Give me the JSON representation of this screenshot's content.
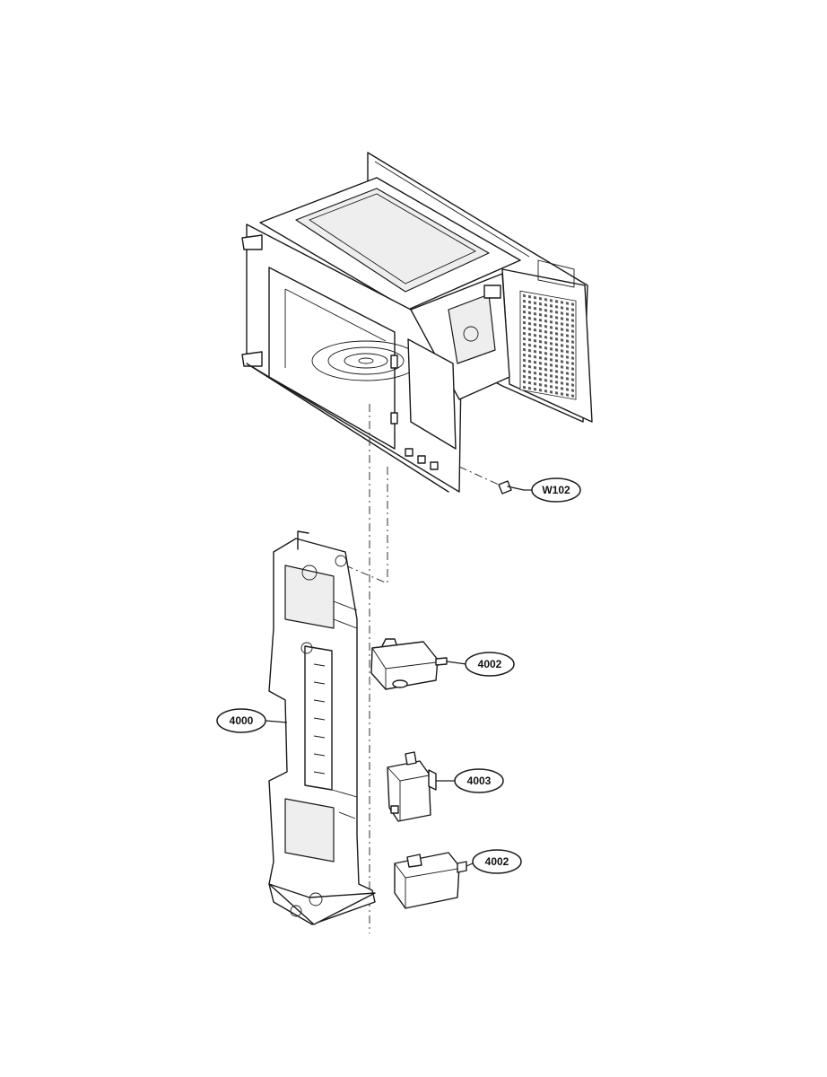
{
  "callouts": [
    {
      "id": "W102",
      "label": "W102"
    },
    {
      "id": "4002a",
      "label": "4002"
    },
    {
      "id": "4000",
      "label": "4000"
    },
    {
      "id": "4003",
      "label": "4003"
    },
    {
      "id": "4002b",
      "label": "4002"
    }
  ]
}
